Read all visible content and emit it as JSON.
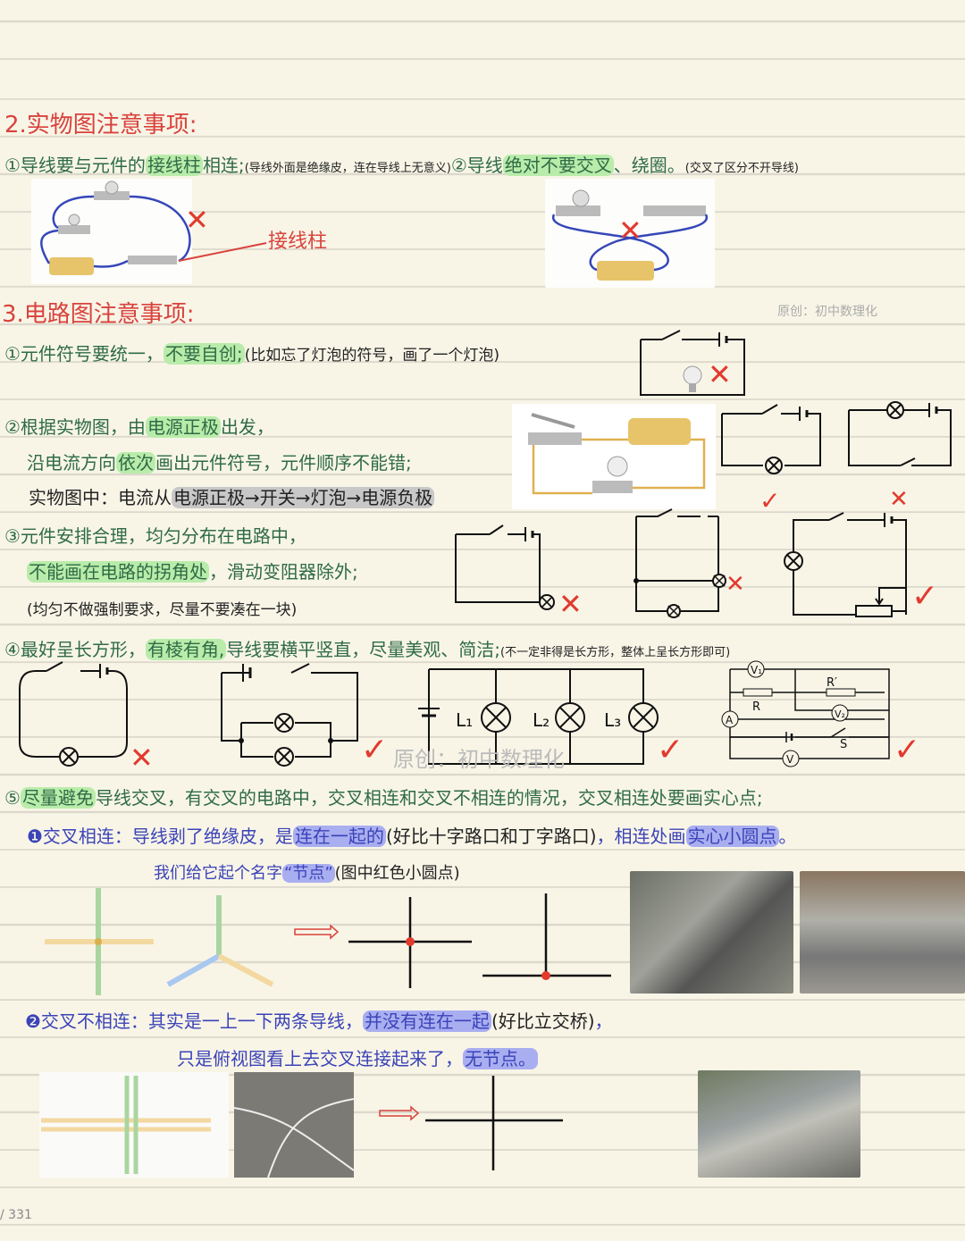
{
  "sec2": {
    "title": "2.实物图注意事项:",
    "p1": {
      "a": "①导线要与元件的",
      "hl": "接线柱",
      "b": "相连;",
      "note": "(导线外面是绝缘皮，连在导线上无意义)",
      "c": "②导线",
      "hl2": "绝对不要交叉",
      "d": "、绕圈。",
      "note2": "(交叉了区分不开导线)"
    },
    "callout": "接线柱",
    "mark": "✕"
  },
  "watermark": "原创：初中数理化",
  "sec3": {
    "title": "3.电路图注意事项:",
    "p1": {
      "a": "①元件符号要统一，",
      "hl": "不要自创;",
      "note": "(比如忘了灯泡的符号，画了一个灯泡)"
    },
    "p2": {
      "a": "②根据实物图，由",
      "hl": "电源正极",
      "b": "出发，",
      "c": "沿电流方向",
      "hl2": "依次",
      "d": "画出元件符号，元件顺序不能错;",
      "e": "实物图中：电流从",
      "hl3": "电源正极→开关→灯泡→电源负极"
    },
    "p3": {
      "a": "③元件安排合理，均匀分布在电路中，",
      "hl": "不能画在电路的拐角处",
      "b": "，滑动变阻器除外;",
      "note": "(均匀不做强制要求，尽量不要凑在一块)"
    },
    "p4": {
      "a": "④最好呈长方形，",
      "hl": "有棱有角,",
      "b": "导线要横平竖直，尽量美观、简洁;",
      "note": "(不一定非得是长方形，整体上呈长方形即可)"
    },
    "labels": {
      "l1": "L₁",
      "l2": "L₂",
      "l3": "L₃",
      "v1": "V₁",
      "rp": "R′",
      "r": "R",
      "v2": "V₂",
      "a": "A",
      "s": "S",
      "v": "V"
    },
    "p5": {
      "a": "⑤",
      "hl": "尽量避免",
      "b": "导线交叉，有交叉的电路中，交叉相连和交叉不相连的情况，交叉相连处要画实心点;"
    },
    "c1": {
      "a": "❶交叉相连：导线剥了绝缘皮，是",
      "hl": "连在一起的",
      "note": "(好比十字路口和丁字路口)",
      "b": "，相连处画",
      "hl2": "实心小圆点",
      "c": "。",
      "d": "我们给它起个名字",
      "hl3": "“节点”",
      "note2": "(图中红色小圆点)"
    },
    "c2": {
      "a": "❷交叉不相连：其实是一上一下两条导线，",
      "hl": "并没有连在一起",
      "note": "(好比立交桥)",
      "b": "，",
      "c": "只是俯视图看上去交叉连接起来了，",
      "hl2": "无节点。"
    },
    "marks": {
      "ok": "✓",
      "bad": "✕"
    }
  },
  "page": "/ 331",
  "colors": {
    "red": "#d9423c",
    "green": "#2f6b46",
    "blue": "#3b43b8",
    "highlight": "#b9ecaa"
  }
}
